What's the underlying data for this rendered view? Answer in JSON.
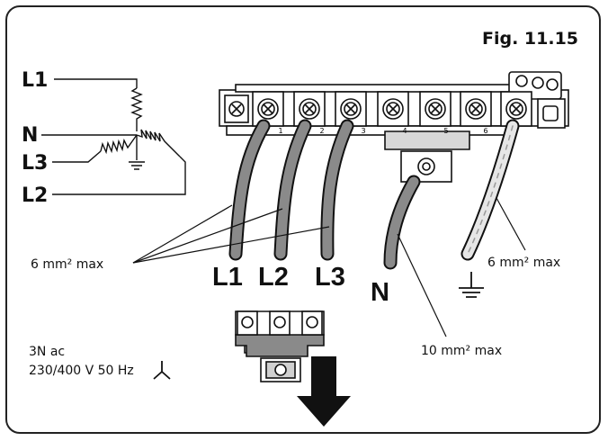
{
  "figure_label": "Fig. 11.15",
  "star_labels": {
    "l1": "L1",
    "n": "N",
    "l3": "L3",
    "l2": "L2"
  },
  "terminal_labels": {
    "l1": "L1",
    "l2": "L2",
    "l3": "L3",
    "n": "N"
  },
  "terminal_numbers": [
    "1",
    "2",
    "3",
    "4",
    "5",
    "6"
  ],
  "cable_notes": {
    "phase": "6 mm² max",
    "earth": "6 mm² max",
    "neutral": "10 mm² max"
  },
  "supply": {
    "line1": "3N ac",
    "line2": "230/400 V 50 Hz"
  }
}
